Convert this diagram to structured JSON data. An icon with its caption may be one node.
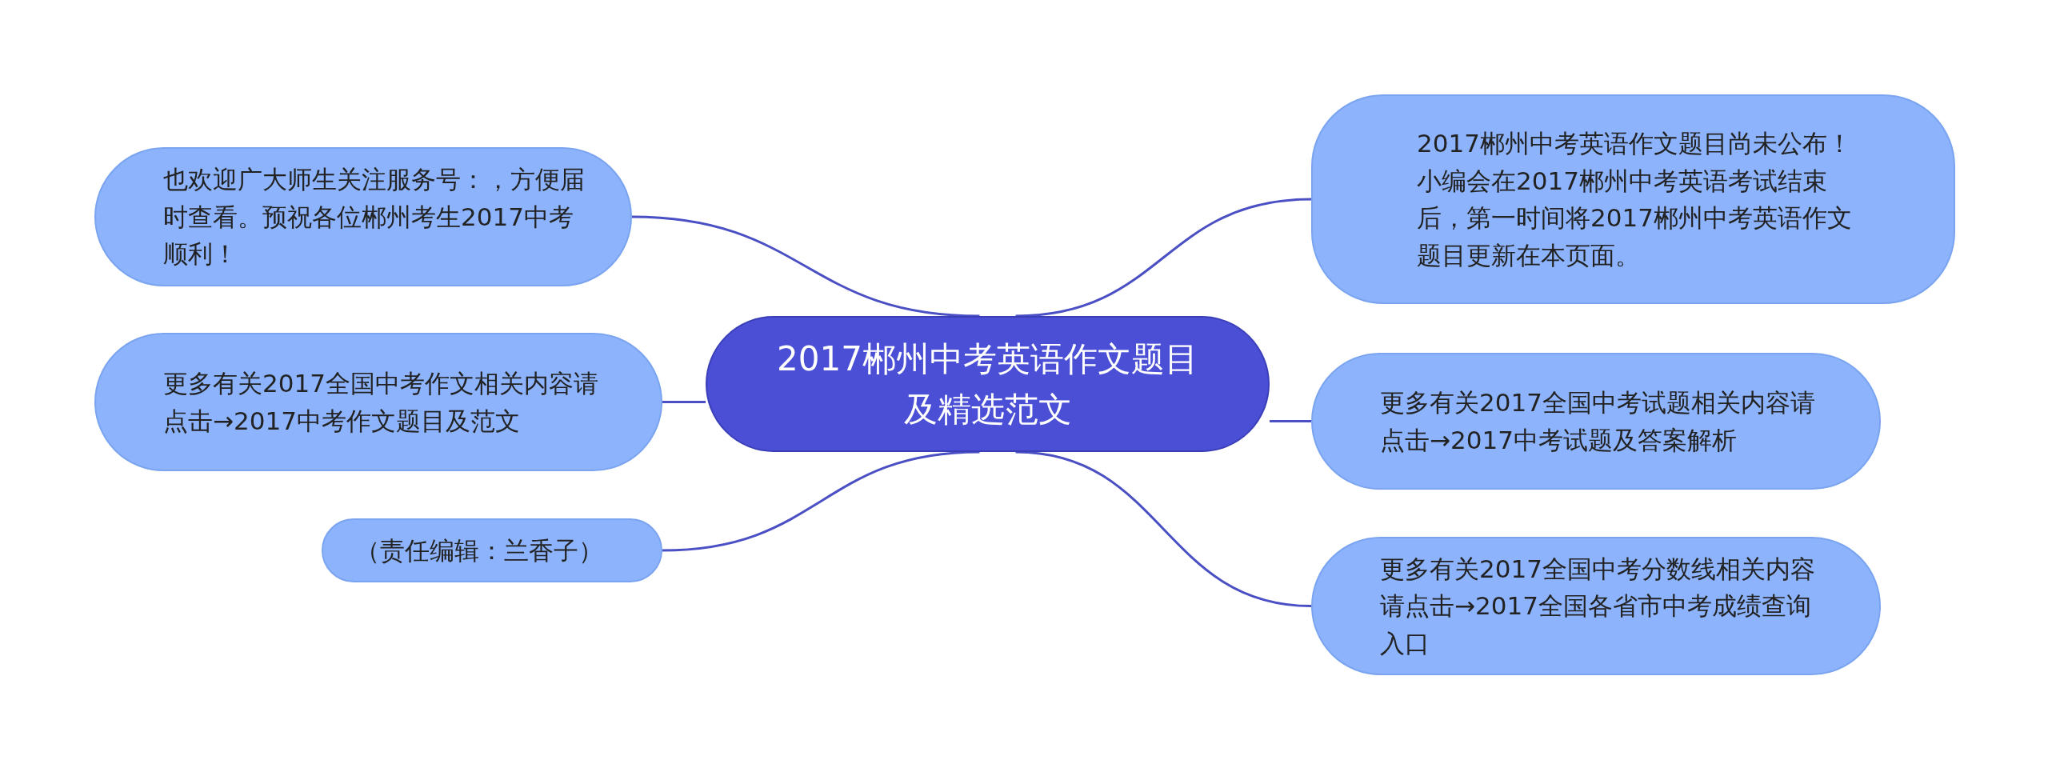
{
  "diagram": {
    "nodes": [
      {
        "text": [
          "2017郴州中考英语作文题目及精选范文"
        ]
      },
      {
        "text": [
          "2017郴州中考英语作文题目尚未公布！小编会在2017郴州中考英语考试结束后，第一时间将2017郴州中考英语作文题目更新在本页面。"
        ]
      },
      {
        "text": [
          "也欢迎广大师生关注服务号：，方便届时查看。预祝各位郴州考生2017中考顺利！"
        ]
      },
      {
        "text": [
          "更多有关2017全国中考作文相关内容请点击→2017中考作文题目及范文"
        ]
      },
      {
        "text": [
          "更多有关2017全国中考试题相关内容请点击→2017中考试题及答案解析"
        ]
      },
      {
        "text": [
          "（责任编辑：兰香子）"
        ]
      },
      {
        "text": [
          "更多有关2017全国中考分数线相关内容请点击→2017全国各省市中考成绩查询入口"
        ]
      }
    ],
    "edges": [
      {
        "from": 0,
        "to": 1,
        "arrow": "none"
      },
      {
        "from": 0,
        "to": 2,
        "arrow": "none"
      },
      {
        "from": 0,
        "to": 3,
        "arrow": "none"
      },
      {
        "from": 0,
        "to": 4,
        "arrow": "none"
      },
      {
        "from": 0,
        "to": 5,
        "arrow": "none"
      },
      {
        "from": 0,
        "to": 6,
        "arrow": "none"
      }
    ]
  }
}
